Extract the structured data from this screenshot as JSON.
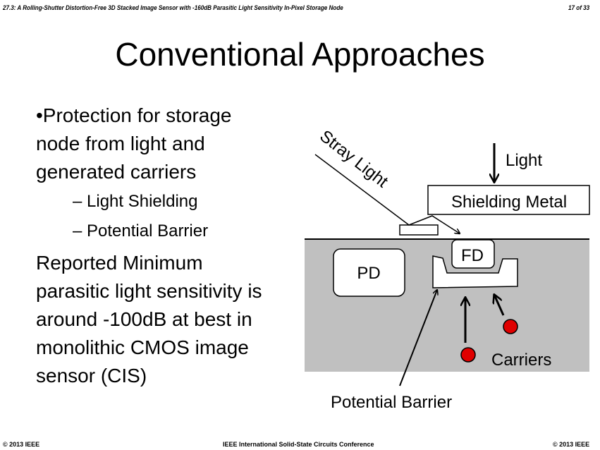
{
  "header": {
    "paper_title": "27.3: A Rolling-Shutter Distortion-Free 3D Stacked Image Sensor with -160dB Parasitic Light Sensitivity In-Pixel Storage Node",
    "page": "17 of 33"
  },
  "title": "Conventional Approaches",
  "bullets": {
    "main1": [
      "•Protection for storage",
      "node from light and",
      "generated carriers"
    ],
    "sub": [
      "– Light Shielding",
      "– Potential Barrier"
    ],
    "main2": [
      "Reported Minimum",
      "parasitic light sensitivity is",
      "around -100dB at best in",
      "monolithic CMOS image",
      "sensor (CIS)"
    ]
  },
  "diagram": {
    "stray_light": "Stray Light",
    "light": "Light",
    "shielding_metal": "Shielding Metal",
    "pd": "PD",
    "fd": "FD",
    "carriers": "Carriers",
    "potential_barrier": "Potential Barrier",
    "substrate_color": "#c0c0c0",
    "carrier_color": "#e00000"
  },
  "footer": {
    "left": "© 2013 IEEE",
    "center": "IEEE International Solid-State Circuits Conference",
    "right": "© 2013 IEEE"
  }
}
